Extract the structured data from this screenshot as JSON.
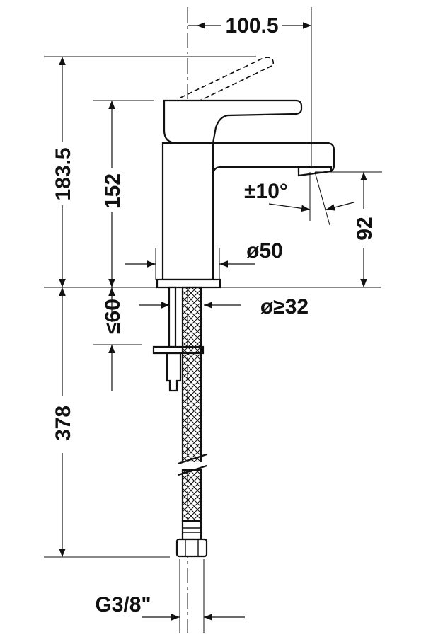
{
  "dimensions": {
    "spout_reach": "100.5",
    "total_height": "183.5",
    "lever_height": "152",
    "outlet_height": "92",
    "body_diameter": "ø50",
    "hole_diameter": "ø≥32",
    "deck_thickness": "≤60",
    "hose_length": "378",
    "connection_thread": "G3/8\"",
    "spray_angle": "±10°"
  },
  "colors": {
    "line": "#111111",
    "background": "#ffffff"
  }
}
